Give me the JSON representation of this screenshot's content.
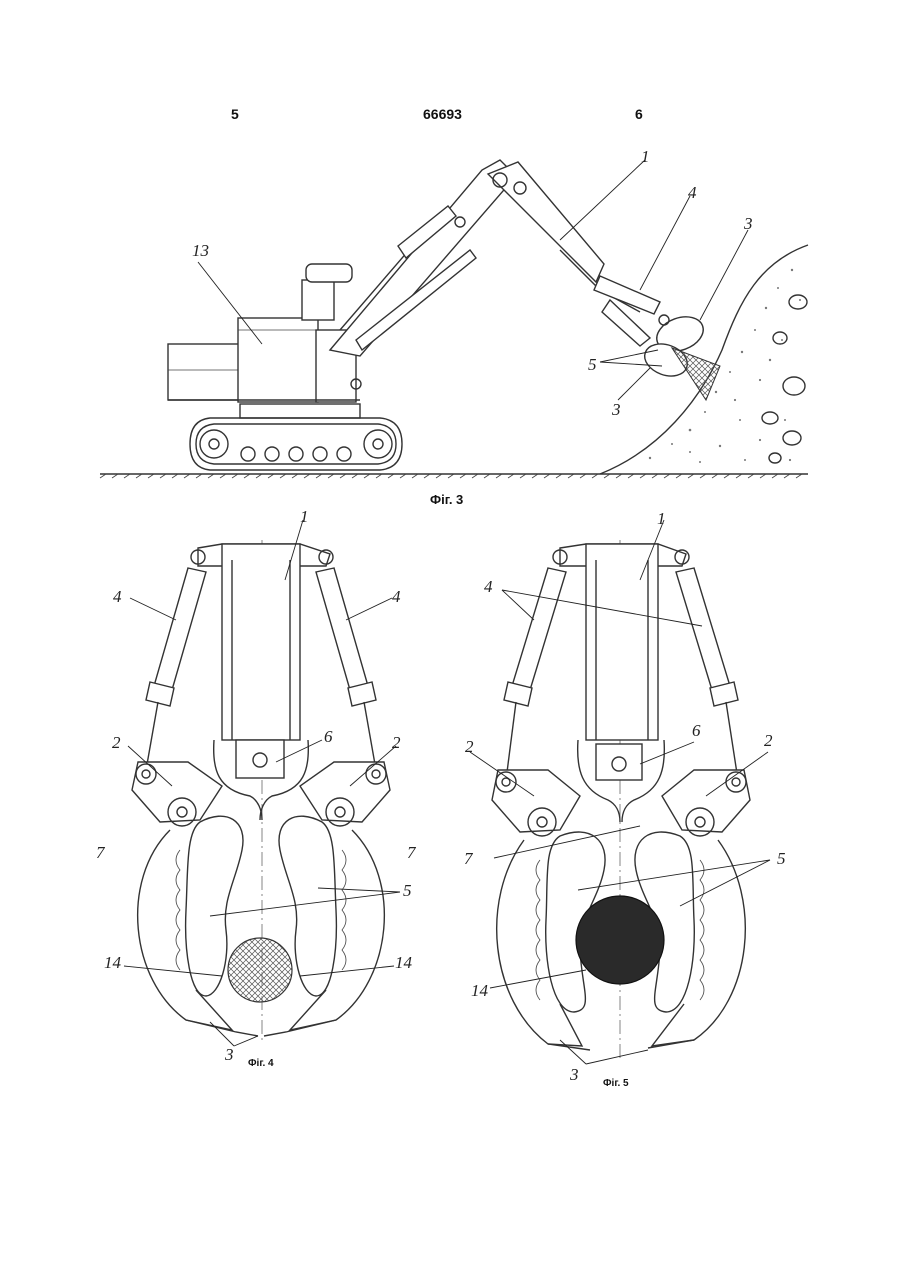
{
  "header": {
    "left": "5",
    "center": "66693",
    "right": "6"
  },
  "captions": {
    "fig3": "Фіг. 3",
    "fig4": "Фіг. 4",
    "fig5": "Фіг. 5"
  },
  "fig3_labels": {
    "boom": "1",
    "cylinder": "4",
    "jaw_top": "3",
    "jaw_bottom": "3",
    "pads": "5",
    "cab": "13"
  },
  "fig4_labels": {
    "boom": "1",
    "cyl_left": "4",
    "cyl_right": "4",
    "lever_left": "2",
    "lever_right": "2",
    "joint": "6",
    "jaw_left": "7",
    "jaw_right": "7",
    "pads": "5",
    "obj_left": "14",
    "obj_right": "14",
    "tips": "3"
  },
  "fig5_labels": {
    "boom": "1",
    "cyls": "4",
    "lever_left": "2",
    "lever_right": "2",
    "joint": "6",
    "jaw": "7",
    "pads": "5",
    "obj": "14",
    "tips": "3"
  }
}
